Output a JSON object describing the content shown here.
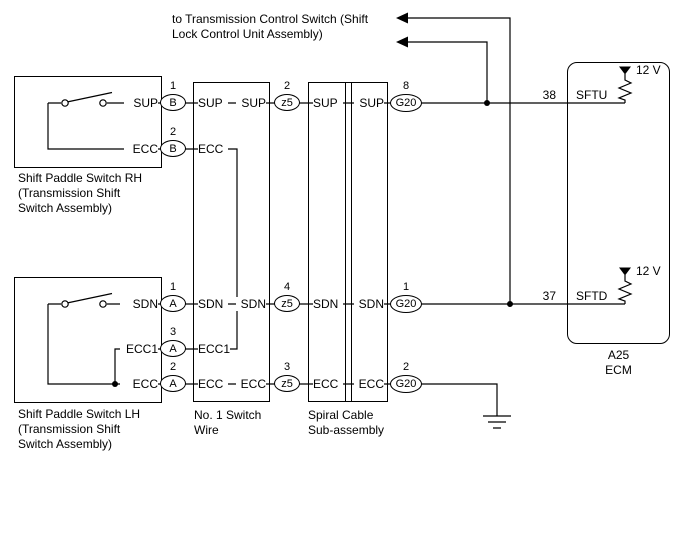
{
  "top_note": {
    "line1": "to Transmission Control Switch (Shift",
    "line2": "Lock Control Unit Assembly)"
  },
  "rh_switch": {
    "pins": [
      "SUP",
      "ECC"
    ],
    "caption": [
      "Shift Paddle Switch RH",
      "(Transmission Shift",
      "Switch Assembly)"
    ]
  },
  "lh_switch": {
    "pins": [
      "SDN",
      "ECC1",
      "ECC"
    ],
    "caption": [
      "Shift Paddle Switch LH",
      "(Transmission Shift",
      "Switch Assembly)"
    ]
  },
  "no1_switch_wire": {
    "left_pins": [
      "SUP",
      "ECC",
      "SDN",
      "ECC1",
      "ECC"
    ],
    "right_pins": [
      "SUP",
      "SDN",
      "ECC"
    ],
    "caption": [
      "No. 1 Switch",
      "Wire"
    ]
  },
  "spiral_cable": {
    "left_pins": [
      "SUP",
      "SDN",
      "ECC"
    ],
    "right_pins": [
      "SUP",
      "SDN",
      "ECC"
    ],
    "caption": [
      "Spiral Cable",
      "Sub-assembly"
    ]
  },
  "connectors": {
    "b1": {
      "num": "1",
      "label": "B"
    },
    "b2": {
      "num": "2",
      "label": "B"
    },
    "a1": {
      "num": "1",
      "label": "A"
    },
    "a3": {
      "num": "3",
      "label": "A"
    },
    "a2": {
      "num": "2",
      "label": "A"
    },
    "z5_sup": {
      "num": "2",
      "label": "z5"
    },
    "z5_sdn": {
      "num": "4",
      "label": "z5"
    },
    "z5_ecc": {
      "num": "3",
      "label": "z5"
    },
    "g20_sup": {
      "num": "8",
      "label": "G20"
    },
    "g20_sdn": {
      "num": "1",
      "label": "G20"
    },
    "g20_ecc": {
      "num": "2",
      "label": "G20"
    }
  },
  "ecm": {
    "caption": [
      "A25",
      "ECM"
    ],
    "terminals": [
      {
        "num": "38",
        "name": "SFTU",
        "voltage": "12 V"
      },
      {
        "num": "37",
        "name": "SFTD",
        "voltage": "12 V"
      }
    ]
  },
  "colors": {
    "line": "#000000",
    "background": "#ffffff"
  }
}
